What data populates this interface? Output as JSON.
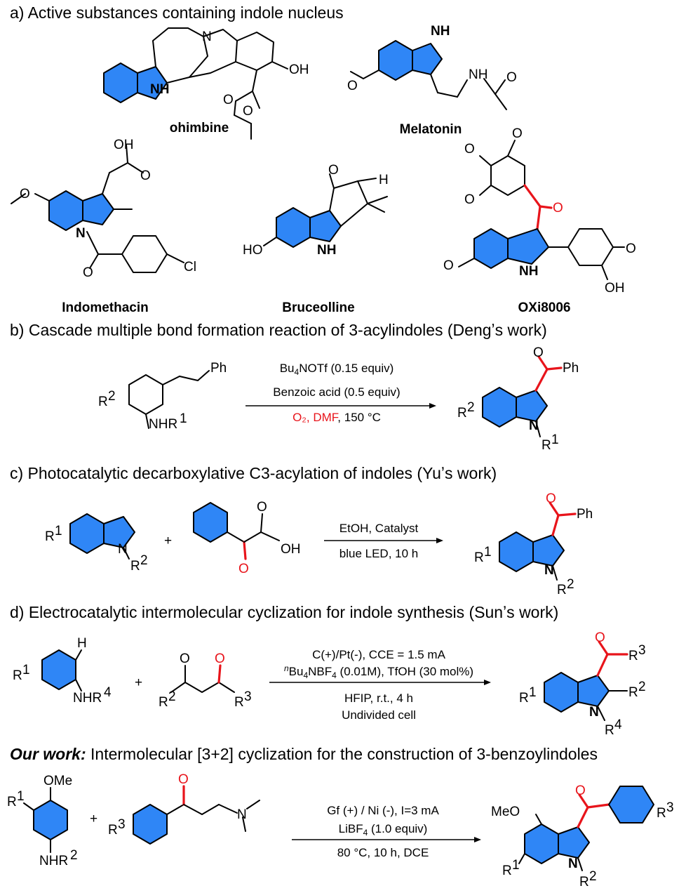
{
  "headers": {
    "a": "a) Active substances containing indole nucleus",
    "b": "b) Cascade multiple bond formation reaction of 3-acylindoles (Dengʼs work)",
    "c": "c) Photocatalytic decarboxylative C3-acylation of indoles (Yuʼs work)",
    "d": "d) Electrocatalytic intermolecular cyclization for indole synthesis (Sunʼs work)",
    "our_bold": "Our work:",
    "our_rest": " Intermolecular [3+2] cyclization for the construction of 3-benzoylindoles"
  },
  "compounds": {
    "c1": "ohimbine",
    "c2": "Melatonin",
    "c3": "Indomethacin",
    "c4": "Bruceolline",
    "c5": "OXi8006"
  },
  "conditions": {
    "b": {
      "line1_a": "Bu",
      "line1_b": "4",
      "line1_c": "NOTf (0.15 equiv)",
      "line2": "Benzoic acid (0.5 equiv)",
      "line3_red": "O₂, DMF",
      "line3_black": ", 150 °C"
    },
    "c": {
      "line1": "EtOH, Catalyst",
      "line2": "blue LED, 10 h"
    },
    "d": {
      "line1": "C(+)/Pt(-), CCE = 1.5 mA",
      "line2_sup": "n",
      "line2_a": "Bu",
      "line2_b": "4",
      "line2_c": "NBF",
      "line2_d": "4",
      "line2_e": " (0.01M), TfOH (30 mol%)",
      "line3": "HFIP, r.t., 4 h",
      "line4": "Undivided cell"
    },
    "ours": {
      "line1": "Gf (+) / Ni (-), I=3 mA",
      "line2_a": "LiBF",
      "line2_b": "4",
      "line2_c": " (1.0 equiv)",
      "line3": "80 °C, 10 h, DCE"
    }
  },
  "atoms": {
    "N": "N",
    "NH": "NH",
    "H": "H",
    "O": "O",
    "OH": "OH",
    "Cl": "Cl",
    "HO": "HO",
    "Ph": "Ph",
    "R": "R",
    "MeO": "MeO",
    "OMe": "OMe",
    "NHR": "NHR",
    "one": "1",
    "two": "2",
    "three": "3",
    "four": "4",
    "plus": "+"
  },
  "colors": {
    "ring_fill": "#2f86f6",
    "highlight": "#e8141b",
    "bond": "#000000"
  }
}
